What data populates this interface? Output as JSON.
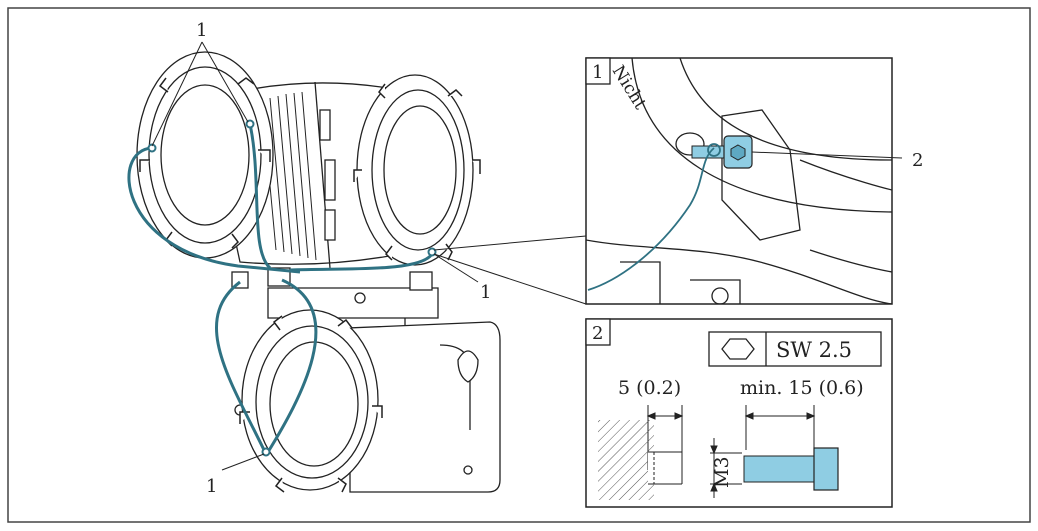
{
  "callouts": {
    "one": "1",
    "two": "2"
  },
  "detail1": {
    "badge": "1",
    "engraving": "Nicht"
  },
  "detail2": {
    "badge": "2",
    "wrench_size": "SW 2.5",
    "depth_label": "5 (0.2)",
    "length_label": "min. 15 (0.6)",
    "thread_label": "M3"
  },
  "colors": {
    "cable": "#2f7283",
    "screw": "#8fcde3",
    "line": "#222222"
  },
  "icons": {
    "hex_socket": "hexagon-icon"
  }
}
